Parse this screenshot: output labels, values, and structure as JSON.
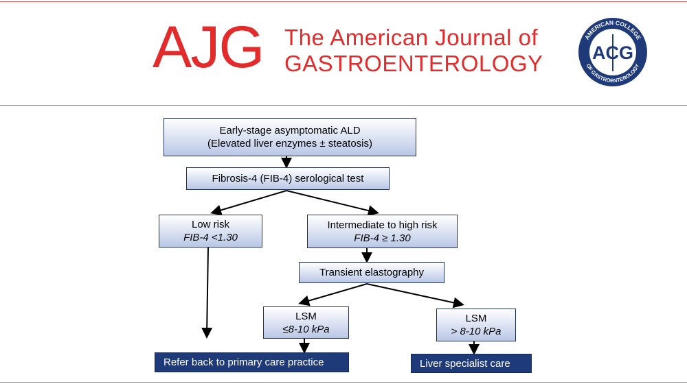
{
  "header": {
    "brand": "AJG",
    "journal_line1": "The American Journal of",
    "journal_line2": "GASTROENTEROLOGY",
    "seal_text_top": "AMERICAN COLLEGE",
    "seal_text_bottom": "OF GASTROENTEROLOGY",
    "seal_monogram": "ACG"
  },
  "flow": {
    "start_line1": "Early-stage asymptomatic ALD",
    "start_line2": "(Elevated liver enzymes ± steatosis)",
    "test": "Fibrosis-4 (FIB-4) serological test",
    "low_line1": "Low risk",
    "low_line2": "FIB-4 <1.30",
    "high_line1": "Intermediate to high risk",
    "high_line2": "FIB-4 ≥ 1.30",
    "elastography": "Transient elastography",
    "lsm_low_line1": "LSM",
    "lsm_low_line2": "≤8-10 kPa",
    "lsm_high_line1": "LSM",
    "lsm_high_line2": "> 8-10 kPa",
    "refer": "Refer back to primary care practice",
    "specialist": "Liver specialist care"
  },
  "colors": {
    "brand_red": "#e32b2b",
    "navy": "#1f3a78",
    "box_fill": "#b9c7e6"
  }
}
